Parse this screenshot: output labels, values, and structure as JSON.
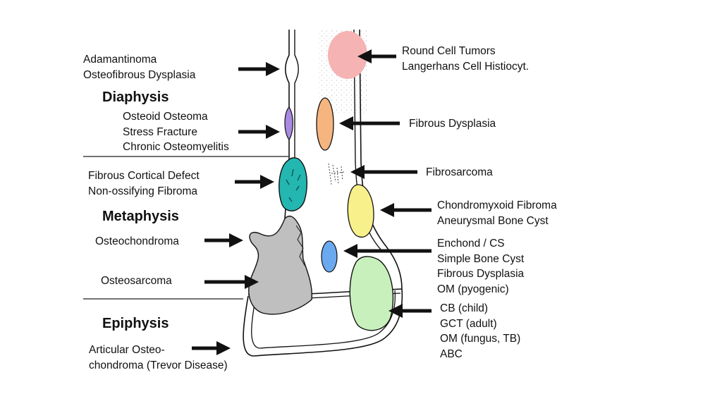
{
  "colors": {
    "round_cell": "#f5b3b3",
    "fibrous_dysplasia": "#f6b57f",
    "osteoid_osteoma": "#a98ae0",
    "fibrous_cortical_defect": "#24b6b0",
    "chondromyxoid": "#f8f08a",
    "simple_cyst": "#6aa9ef",
    "giant_cell": "#c8f0bc",
    "osteosarcoma": "#bfbfbf",
    "outline": "#111111",
    "arrow": "#111111"
  },
  "sections": {
    "diaphysis": "Diaphysis",
    "metaphysis": "Metaphysis",
    "epiphysis": "Epiphysis"
  },
  "labels": {
    "adamantinoma": [
      "Adamantinoma",
      "Osteofibrous Dysplasia"
    ],
    "osteoid_osteoma": [
      "Osteoid Osteoma",
      "Stress Fracture",
      "Chronic Osteomyelitis"
    ],
    "fibrous_cortical_defect": [
      "Fibrous Cortical Defect",
      "Non-ossifying Fibroma"
    ],
    "osteochondroma": [
      "Osteochondroma"
    ],
    "osteosarcoma": [
      "Osteosarcoma"
    ],
    "articular": [
      "Articular Osteo-",
      "chondroma (Trevor Disease)"
    ],
    "round_cell": [
      "Round Cell Tumors",
      "Langerhans Cell Histiocyt."
    ],
    "fibrous_dysplasia": [
      "Fibrous Dysplasia"
    ],
    "fibrosarcoma": [
      "Fibrosarcoma"
    ],
    "chondromyxoid": [
      "Chondromyxoid Fibroma",
      "Aneurysmal Bone Cyst"
    ],
    "enchondroma": [
      "Enchond / CS",
      "Simple Bone Cyst",
      "Fibrous Dysplasia",
      "OM (pyogenic)"
    ],
    "giant_cell": [
      "CB (child)",
      "GCT (adult)",
      "OM (fungus, TB)",
      "ABC"
    ]
  }
}
